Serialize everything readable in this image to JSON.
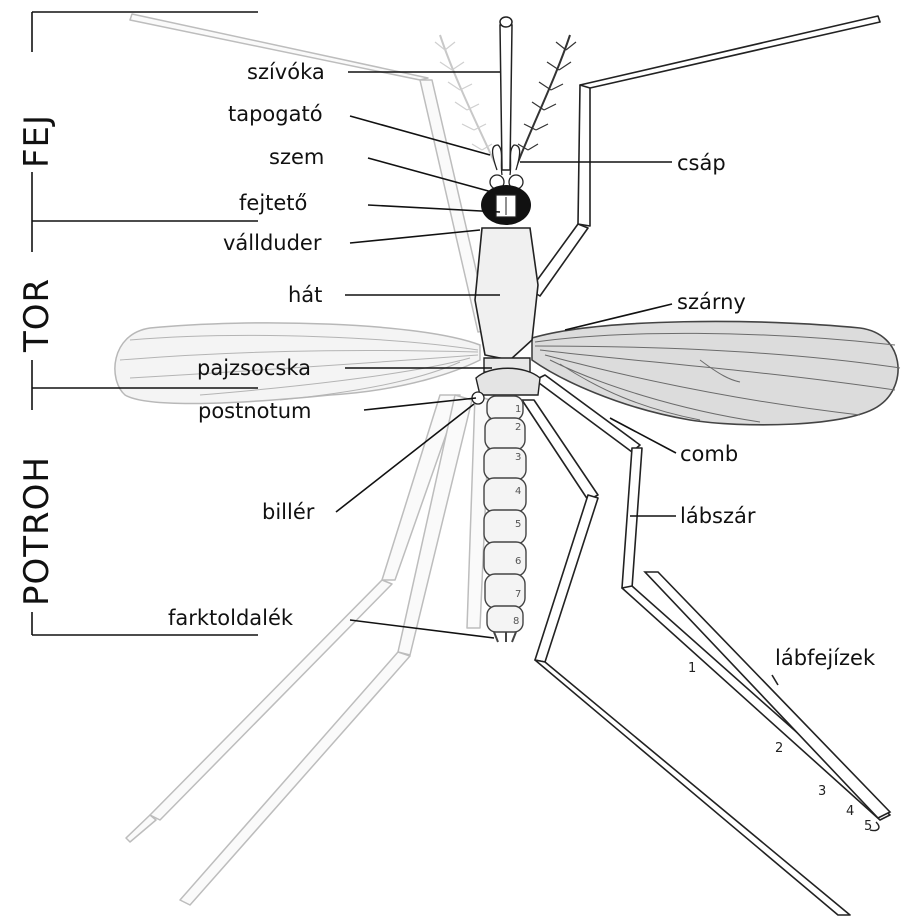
{
  "regions": {
    "head": "FEJ",
    "thorax": "TOR",
    "abdomen": "POTROH"
  },
  "labels": {
    "proboscis": "szívóka",
    "palp": "tapogató",
    "eye": "szem",
    "vertex": "fejtető",
    "shoulder": "vállduder",
    "back": "hát",
    "scutellum": "pajzsocska",
    "postnotum": "postnotum",
    "haltere": "billér",
    "cercus": "farktoldalék",
    "antenna": "csáp",
    "wing": "szárny",
    "femur": "comb",
    "tibia": "lábszár",
    "tarsus": "lábfejízek"
  },
  "tarsus_numbers": [
    "1",
    "2",
    "3",
    "4",
    "5"
  ],
  "abdomen_segments": [
    "1",
    "2",
    "3",
    "4",
    "5",
    "6",
    "7",
    "8"
  ]
}
